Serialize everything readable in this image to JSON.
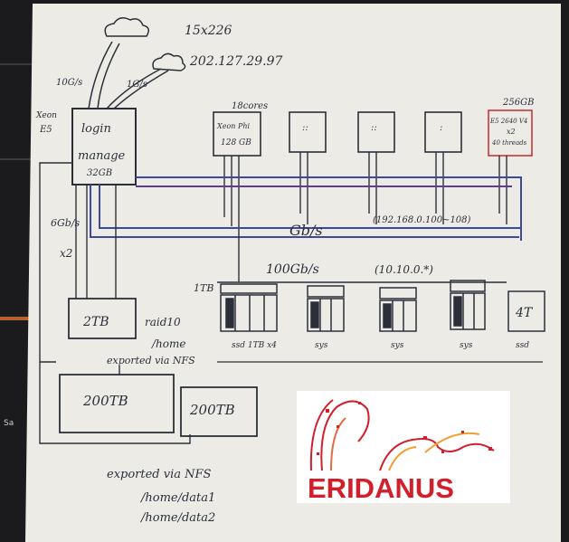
{
  "colors": {
    "background": "#1b1b1d",
    "paper": "#ecebe6",
    "ink_dark": "#2b2f3a",
    "ink_blue": "#3b4aa0",
    "ink_purple": "#5b3c9a",
    "ink_red": "#c23a3a",
    "logo_red": "#d11f2b"
  },
  "cloud_labels": {
    "top": "15x226",
    "ip": "202.127.29.97",
    "link_left": "10G/s",
    "link_right": "1G/s"
  },
  "login_node": {
    "side_label_top": "Xeon",
    "side_label_bottom": "E5",
    "line1": "login",
    "line2": "manage",
    "line3": "32GB"
  },
  "compute_nodes": [
    {
      "top_label": "18cores",
      "lines": [
        "Xeon Phi",
        "128 GB"
      ]
    },
    {
      "top_label": "",
      "lines": [
        "::"
      ]
    },
    {
      "top_label": "",
      "lines": [
        "::"
      ]
    },
    {
      "top_label": "",
      "lines": [
        ":"
      ]
    },
    {
      "top_label": "256GB",
      "lines": [
        "E5 2640 V4",
        "x2",
        "40 threads"
      ]
    }
  ],
  "network": {
    "gbps_left": "6Gb/s",
    "gbps_left_mult": "x2",
    "gbs_label": "Gb/s",
    "ip_range_1": "(192.168.0.100~108)",
    "speed_100": "100Gb/s",
    "ip_range_2": "(10.10.0.*)"
  },
  "storage": {
    "raid_box": "2TB",
    "raid_note_1": "raid10",
    "raid_note_2": "/home",
    "exported_1": "exported via NFS",
    "big_box_1": "200TB",
    "big_box_2": "200TB",
    "exported_2": "exported via NFS",
    "path_1": "/home/data1",
    "path_2": "/home/data2",
    "tb_label": "1TB",
    "small_box": "4T",
    "disk_labels": [
      "ssd  1TB x4",
      "sys",
      "sys",
      "sys",
      "ssd"
    ]
  },
  "logo": {
    "text": "ERIDANUS"
  }
}
